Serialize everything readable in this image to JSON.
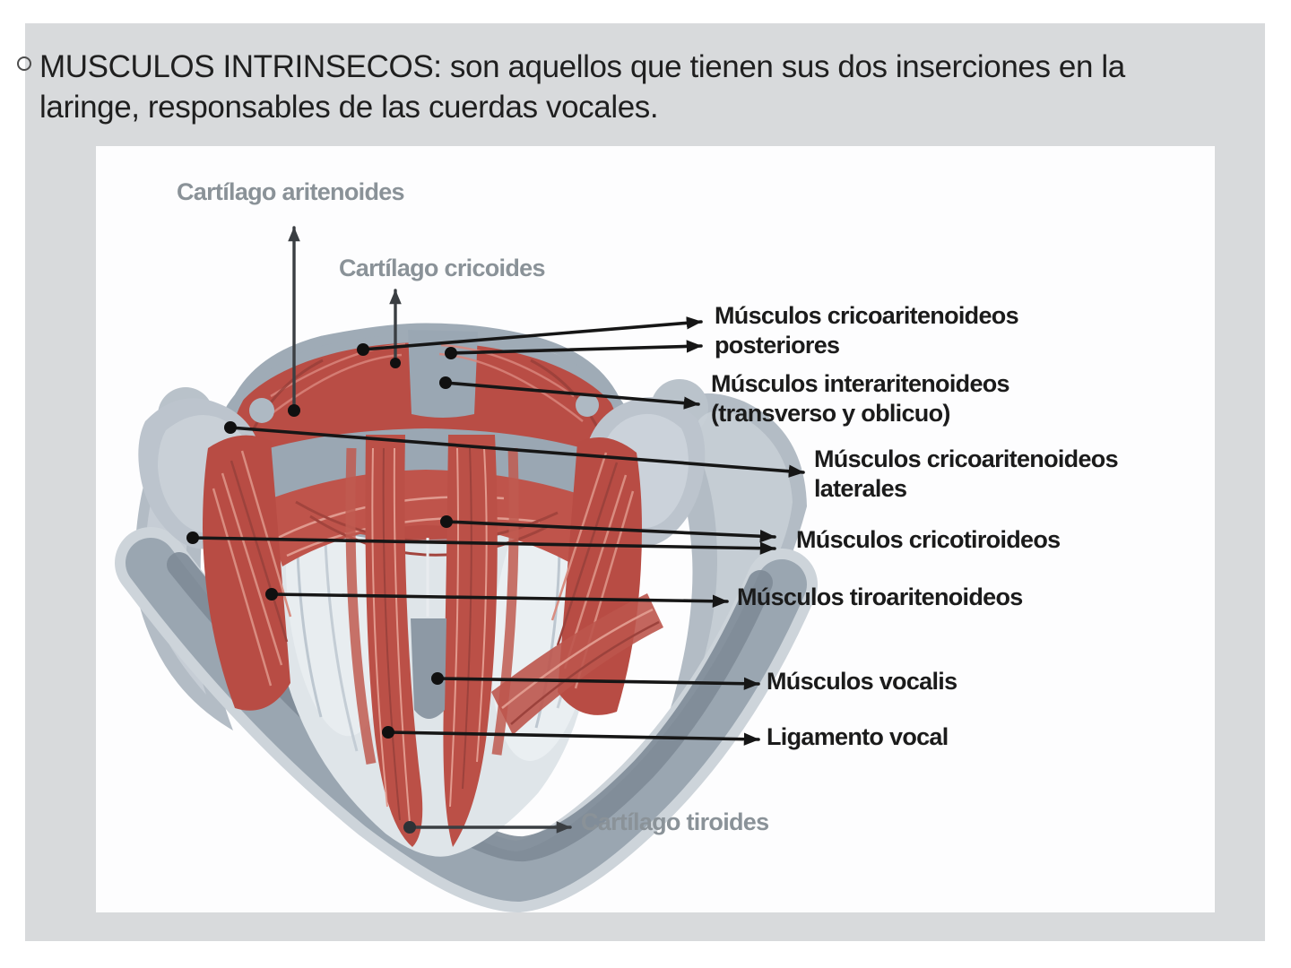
{
  "slide": {
    "background": "#d8dadc",
    "bullet_lines": [
      "MUSCULOS INTRINSECOS: son aquellos que tienen sus dos inserciones en la",
      "laringe, responsables de las cuerdas vocales."
    ]
  },
  "diagram": {
    "labels": {
      "aritenoides": "Cartílago aritenoides",
      "cricoides": "Cartílago cricoides",
      "crico_post_l1": "Músculos cricoaritenoideos",
      "crico_post_l2": "posteriores",
      "interarit_l1": "Músculos interaritenoideos",
      "interarit_l2": "(transverso y oblicuo)",
      "crico_lat_l1": "Músculos cricoaritenoideos",
      "crico_lat_l2": "laterales",
      "cricotiroideos": "Músculos cricotiroideos",
      "tiroaritenoideos": "Músculos tiroaritenoideos",
      "vocalis": "Músculos vocalis",
      "ligamento": "Ligamento vocal",
      "tiroides": "Cartílago tiroides"
    },
    "colors": {
      "muscle_red": "#b94d45",
      "muscle_red_light": "#e09a8f",
      "cartilage_gray": "#b6bfc8",
      "cartilage_dark": "#7e8b97",
      "label_gray": "#8a9298",
      "label_black": "#1b1b1b",
      "leader_line": "#161616"
    }
  }
}
